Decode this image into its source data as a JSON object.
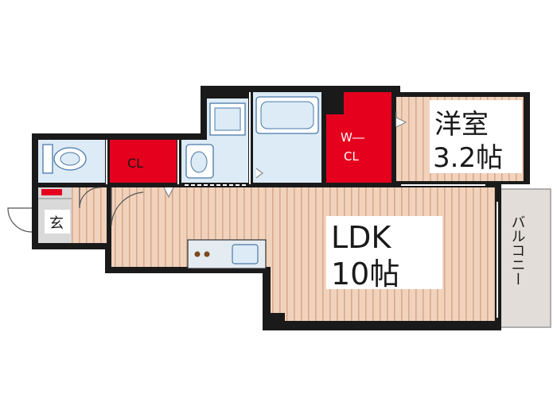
{
  "rooms": {
    "western_room": {
      "name": "洋室",
      "size": "3.2帖"
    },
    "ldk": {
      "name": "LDK",
      "size": "10帖"
    },
    "walk_in_closet": {
      "line1": "W―",
      "line2": "CL"
    },
    "closet": {
      "label": "CL"
    },
    "entrance": {
      "label": "玄"
    },
    "balcony": {
      "label": "バルコニー"
    }
  },
  "colors": {
    "floor_wood": "#f1d3bd",
    "floor_stripe": "#d9a98b",
    "wet_area": "#dcebf6",
    "closet_red": "#e5001e",
    "wall": "#1a1a1a",
    "balcony": "#e2ddd8",
    "entrance": "#d9d9d9"
  },
  "icons": [
    "toilet-icon",
    "washbasin-icon",
    "bathtub-icon",
    "shower-icon",
    "stove-icon",
    "sink-icon",
    "door-swing-icon"
  ]
}
